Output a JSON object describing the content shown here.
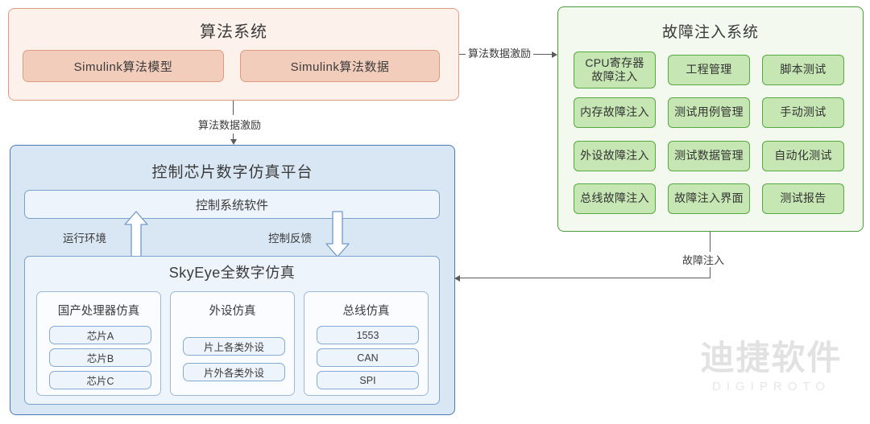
{
  "algorithm_system": {
    "title": "算法系统",
    "items": [
      {
        "label": "Simulink算法模型"
      },
      {
        "label": "Simulink算法数据"
      }
    ]
  },
  "fault_injection_system": {
    "title": "故障注入系统",
    "items": [
      {
        "label": "CPU寄存器\n故障注入"
      },
      {
        "label": "工程管理"
      },
      {
        "label": "脚本测试"
      },
      {
        "label": "内存故障注入"
      },
      {
        "label": "测试用例管理"
      },
      {
        "label": "手动测试"
      },
      {
        "label": "外设故障注入"
      },
      {
        "label": "测试数据管理"
      },
      {
        "label": "自动化测试"
      },
      {
        "label": "总线故障注入"
      },
      {
        "label": "故障注入界面"
      },
      {
        "label": "测试报告"
      }
    ]
  },
  "simulation_platform": {
    "title": "控制芯片数字仿真平台",
    "control_software": "控制系统软件",
    "flow_labels": {
      "up": "运行环境",
      "down": "控制反馈"
    },
    "skyeye": {
      "title": "SkyEye全数字仿真",
      "groups": [
        {
          "title": "国产处理器仿真",
          "items": [
            "芯片A",
            "芯片B",
            "芯片C"
          ]
        },
        {
          "title": "外设仿真",
          "items": [
            "片上各类外设",
            "片外各类外设"
          ]
        },
        {
          "title": "总线仿真",
          "items": [
            "1553",
            "CAN",
            "SPI"
          ]
        }
      ]
    }
  },
  "connectors": {
    "alg_to_fault": "算法数据激励",
    "alg_to_platform": "算法数据激励",
    "fault_to_platform": "故障注入"
  },
  "watermark": {
    "cn": "迪捷软件",
    "en": "DIGIPROTO"
  },
  "colors": {
    "pink_panel_bg": "#fdf1ec",
    "pink_panel_border": "#dd9c82",
    "pink_item_bg": "#f3cdbb",
    "green_panel_bg": "#f4f9f0",
    "green_panel_border": "#4a9d3a",
    "green_item_bg": "#c6e6b3",
    "green_item_border": "#56a93f",
    "blue_panel_bg": "#d9e6f3",
    "blue_panel_border": "#4a7bb0",
    "blue_inner_bg": "#eef4fc",
    "blue_inner_border": "#7ba2cc",
    "connector": "#5b5b5b",
    "watermark": "#e2e2e2"
  }
}
